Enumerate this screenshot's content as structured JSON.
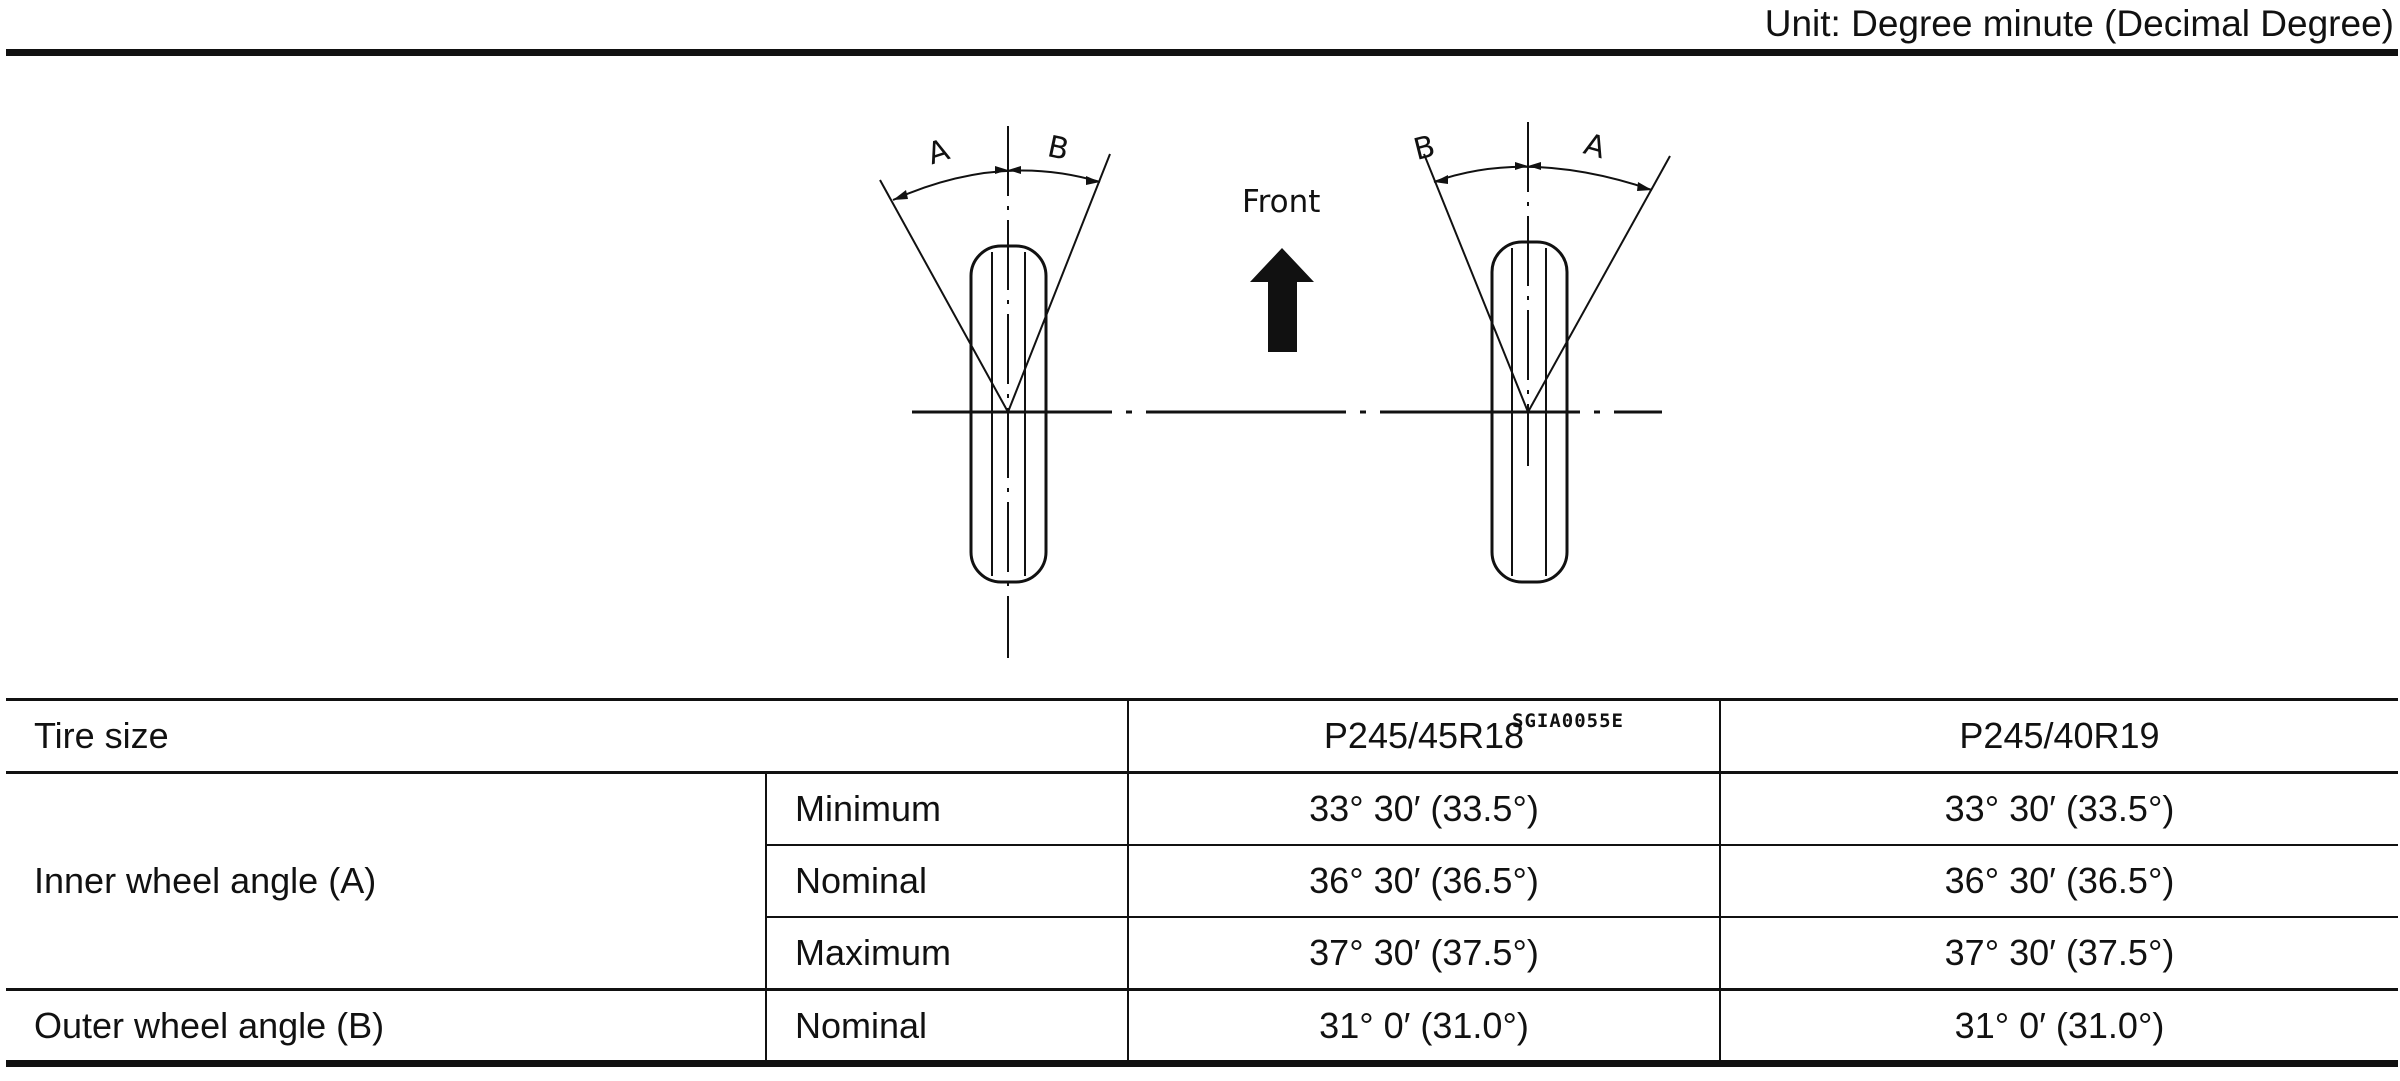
{
  "unit_note": "Unit: Degree minute (Decimal Degree)",
  "figure": {
    "label_a_left": "A",
    "label_b_left": "B",
    "label_b_right": "B",
    "label_a_right": "A",
    "front_label": "Front",
    "figure_id": "SGIA0055E"
  },
  "table": {
    "header": {
      "label": "Tire size",
      "col1": "P245/45R18",
      "col2": "P245/40R19"
    },
    "inner": {
      "label": "Inner wheel angle (A)",
      "rows": [
        {
          "sub": "Minimum",
          "v1": "33° 30′ (33.5°)",
          "v2": "33° 30′ (33.5°)"
        },
        {
          "sub": "Nominal",
          "v1": "36° 30′ (36.5°)",
          "v2": "36° 30′ (36.5°)"
        },
        {
          "sub": "Maximum",
          "v1": "37° 30′ (37.5°)",
          "v2": "37° 30′ (37.5°)"
        }
      ]
    },
    "outer": {
      "label": "Outer wheel angle (B)",
      "sub": "Nominal",
      "v1": "31° 0′ (31.0°)",
      "v2": "31° 0′ (31.0°)"
    }
  }
}
